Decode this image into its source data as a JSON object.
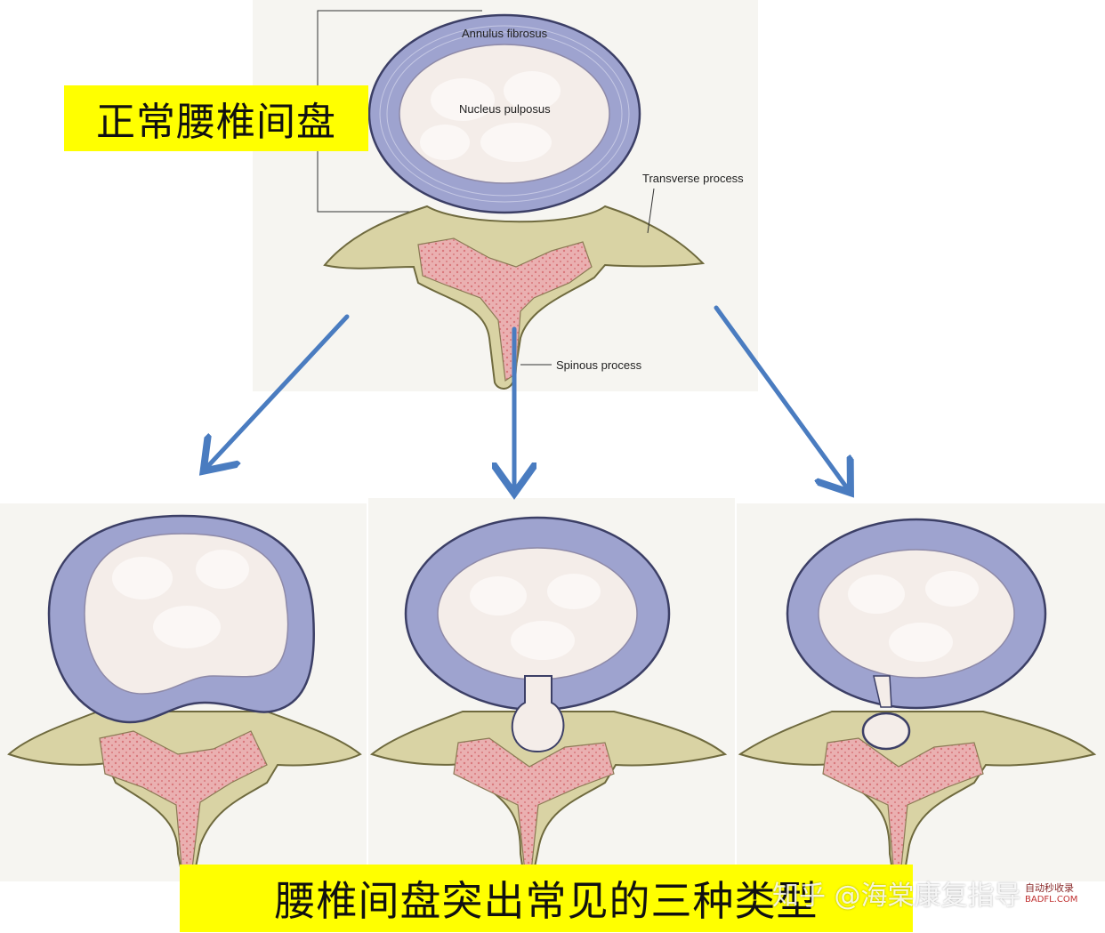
{
  "labels": {
    "top_title": "正常腰椎间盘",
    "bottom_title": "腰椎间盘突出常见的三种类型"
  },
  "anatomy": {
    "annulus": "Annulus fibrosus",
    "nucleus": "Nucleus pulposus",
    "transverse": "Transverse process",
    "spinous": "Spinous process"
  },
  "watermark": {
    "zhihu": "知乎 @海棠康复指导",
    "site_badge": "自动秒收录",
    "site_url": "BADFL.COM"
  },
  "colors": {
    "annulus": "#9ea3cf",
    "annulus_edge": "#3c3f66",
    "nucleus": "#f4ede9",
    "bone": "#d9d3a4",
    "marrow": "#e8a3a5",
    "arrow": "#4a7cc0",
    "label_bg": "#ffff00"
  }
}
